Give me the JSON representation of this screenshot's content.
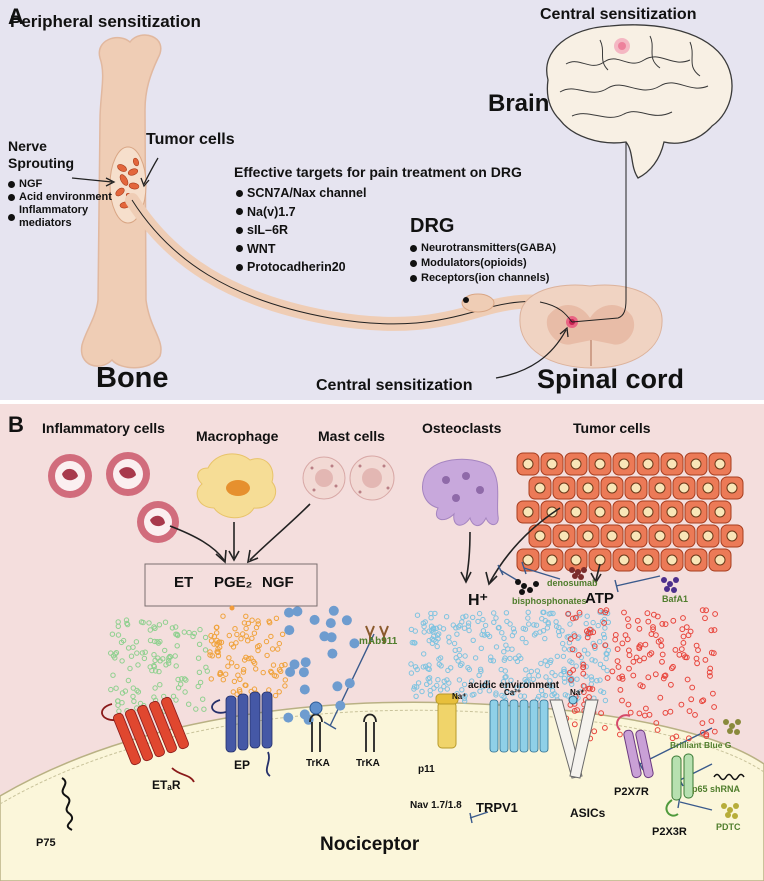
{
  "panelA": {
    "label": "A",
    "peripheral_title": "Peripheral sensitization",
    "central_top": "Central sensitization",
    "brain": "Brain",
    "tumor_cells": "Tumor cells",
    "nerve_sprouting": "Nerve\nSprouting",
    "bone_items": [
      "NGF",
      "Acid environment",
      "Inflammatory\nmediators"
    ],
    "targets_title": "Effective targets for pain treatment on DRG",
    "targets": [
      "SCN7A/Nax channel",
      "Na(v)1.7",
      "sIL–6R",
      "WNT",
      "Protocadherin20"
    ],
    "drg": "DRG",
    "drg_items": [
      "Neurotransmitters(GABA)",
      "Modulators(opioids)",
      "Receptors(ion channels)"
    ],
    "central_bottom": "Central sensitization",
    "bone": "Bone",
    "spinal_cord": "Spinal cord"
  },
  "panelB": {
    "label": "B",
    "inflammatory_cells": "Inflammatory cells",
    "macrophage": "Macrophage",
    "mast_cells": "Mast cells",
    "osteoclasts": "Osteoclasts",
    "tumor_cells": "Tumor cells",
    "et": "ET",
    "pge2": "PGE₂",
    "ngf": "NGF",
    "h_plus": "H⁺",
    "atp": "ATP",
    "denosumab": "denosumab",
    "bisphosphonates": "bisphosphonates",
    "bafa1": "BafA1",
    "mab911": "mAb911",
    "acidic_environment": "acidic environment",
    "na": "Na⁺",
    "ca": "Ca²⁺",
    "p11": "p11",
    "nav": "Nav 1.7/1.8",
    "trpv1": "TRPV1",
    "asics": "ASICs",
    "trka_1": "TrKA",
    "trka_2": "TrKA",
    "etar": "ETₐR",
    "ep": "EP",
    "p75": "P75",
    "nociceptor": "Nociceptor",
    "p2x7r": "P2X7R",
    "p2x3r": "P2X3R",
    "brilliant_blue": "Brilliant Blue G",
    "p65_shrna": "p65 shRNA",
    "pdtc": "PDTC"
  },
  "colors": {
    "panelA_bg": "#e6e4f0",
    "panelB_bg": "#f4dedd",
    "bone": "#efcdb5",
    "tumor": "#e3663c",
    "drug_green": "#4f7d2c",
    "inhibitor_blue": "#3a5a8c"
  }
}
